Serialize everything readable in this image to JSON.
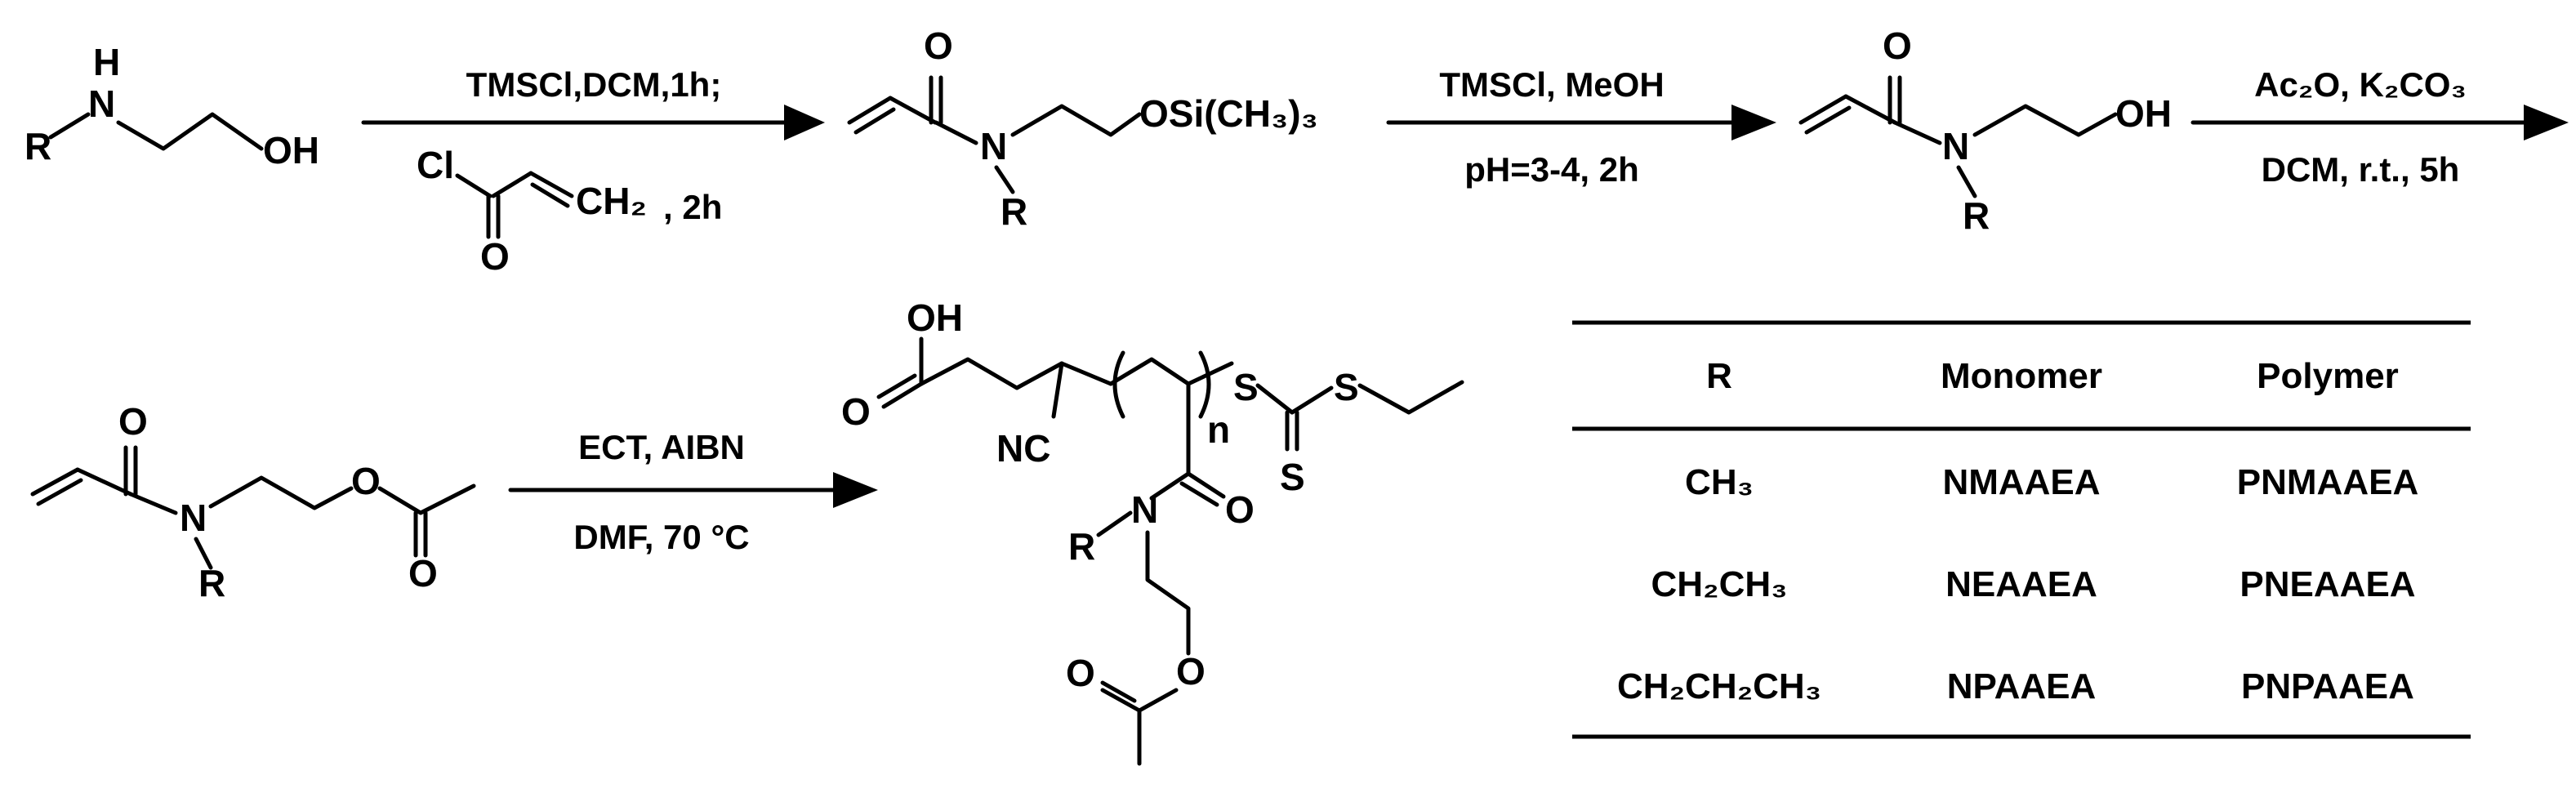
{
  "scheme": {
    "step1": {
      "conditions_top": "TMSCl,DCM,1h;",
      "reagent_time": ", 2h"
    },
    "step2": {
      "conditions_top": "TMSCl, MeOH",
      "conditions_bottom": "pH=3-4, 2h"
    },
    "step3": {
      "conditions_top": "Ac₂O, K₂CO₃",
      "conditions_bottom": "DCM, r.t., 5h"
    },
    "step4": {
      "conditions_top": "ECT, AIBN",
      "conditions_bottom": "DMF, 70 °C"
    },
    "atoms": {
      "R": "R",
      "N": "N",
      "H": "H",
      "OH": "OH",
      "O": "O",
      "Cl": "Cl",
      "CH2": "CH₂",
      "OSi": "OSi(CH₃)₃",
      "S": "S",
      "NC": "NC",
      "n": "n"
    }
  },
  "table": {
    "headers": [
      "R",
      "Monomer",
      "Polymer"
    ],
    "rows": [
      [
        "CH₃",
        "NMAAEA",
        "PNMAAEA"
      ],
      [
        "CH₂CH₃",
        "NEAAEA",
        "PNEAAEA"
      ],
      [
        "CH₂CH₂CH₃",
        "NPAAEA",
        "PNPAAEA"
      ]
    ]
  }
}
